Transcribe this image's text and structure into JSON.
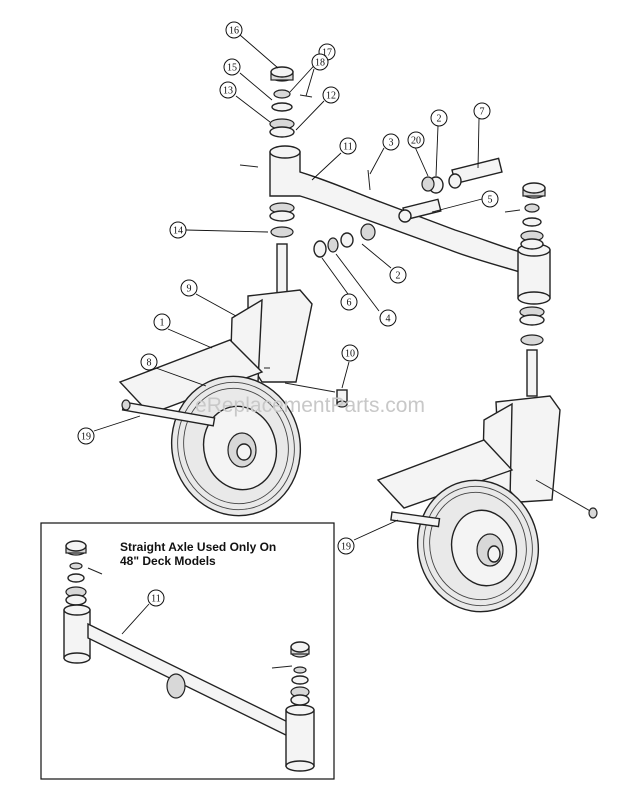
{
  "callouts": [
    "16",
    "17",
    "15",
    "18",
    "13",
    "12",
    "11",
    "3",
    "2",
    "7",
    "20",
    "14",
    "5",
    "2",
    "6",
    "4",
    "9",
    "1",
    "8",
    "10",
    "19",
    "19",
    "11"
  ],
  "inset": {
    "title_line1": "Straight Axle Used Only On",
    "title_line2": "48\" Deck Models"
  },
  "watermark": "eReplacementParts.com"
}
